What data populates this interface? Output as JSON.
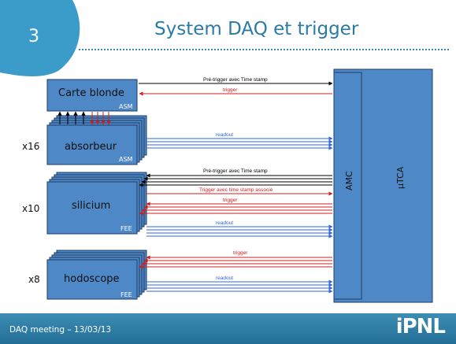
{
  "slide": {
    "number": "3",
    "title": "System DAQ et trigger"
  },
  "footer": {
    "text": "DAQ meeting – 13/03/13",
    "logo": "iPNL"
  },
  "colors": {
    "box": "#4f88c6",
    "box_edge": "#1d3d66",
    "black_signal": "#000000",
    "red_signal": "#d21c1c",
    "blue_signal": "#2d64e6",
    "accent": "#2a7aa5"
  },
  "diagram": {
    "carte_blonde": {
      "label": "Carte blonde",
      "tag": "ASM"
    },
    "absorbeur": {
      "label": "absorbeur",
      "tag": "ASM",
      "multiplicity": "x16"
    },
    "silicium": {
      "label": "silicium",
      "tag": "FEE",
      "multiplicity": "x10"
    },
    "hodoscope": {
      "label": "hodoscope",
      "tag": "FEE",
      "multiplicity": "x8"
    },
    "amc": {
      "label": "AMC"
    },
    "utca": {
      "label": "µTCA"
    },
    "signals": {
      "cb_pretrigger": "Pré-trigger avec Time stamp",
      "cb_trigger": "trigger",
      "abs_readout": "readout",
      "si_pretrigger": "Pré-trigger avec Time stamp",
      "si_trigger_ts": "Trigger avec time stamp associé",
      "si_trigger": "trigger",
      "si_readout": "readout",
      "ho_trigger": "trigger",
      "ho_readout": "readout"
    }
  }
}
